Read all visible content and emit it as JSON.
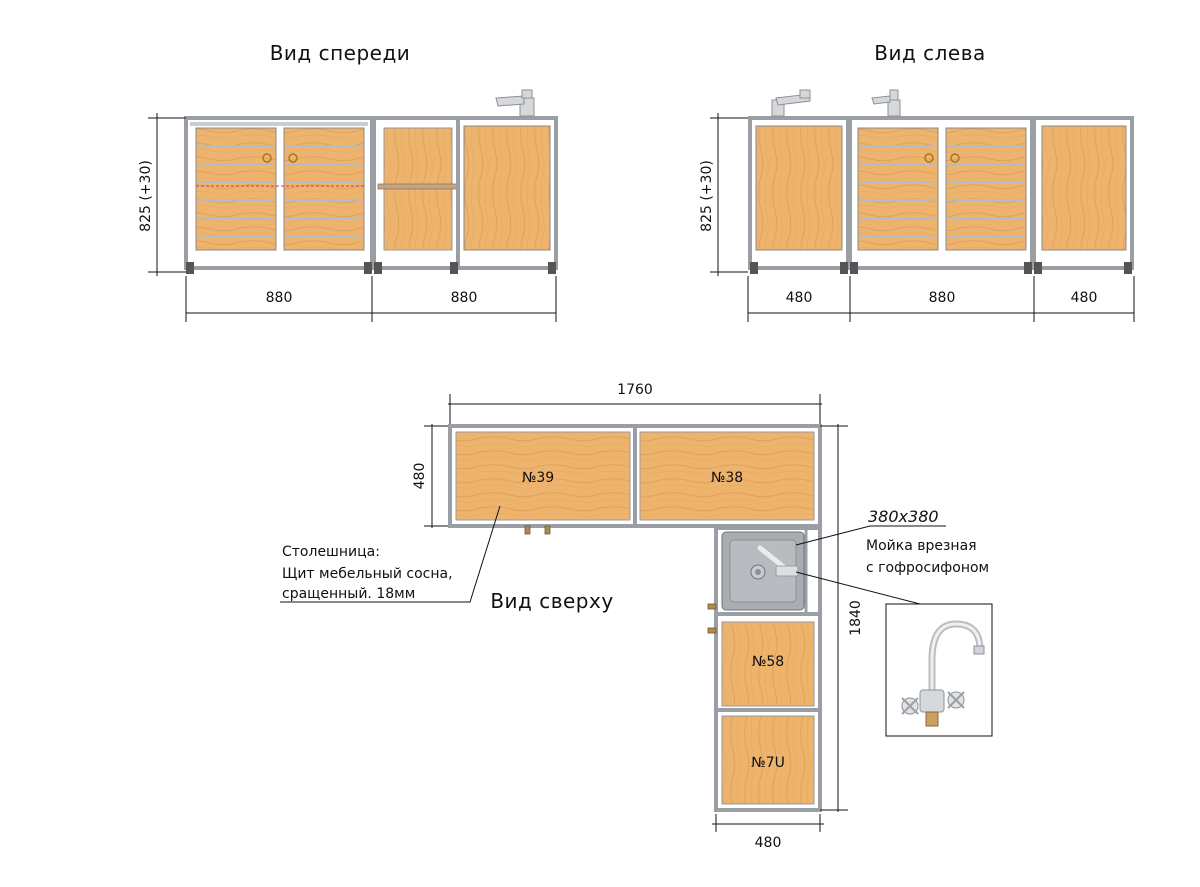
{
  "titles": {
    "front": "Вид спереди",
    "left": "Вид слева",
    "top": "Вид сверху"
  },
  "front": {
    "height": "825 (+30)",
    "widths": [
      "880",
      "880"
    ]
  },
  "left": {
    "height": "825 (+30)",
    "widths": [
      "480",
      "880",
      "480"
    ]
  },
  "top": {
    "overall_width": "1760",
    "depth_top": "480",
    "overall_height": "1840",
    "bottom_width": "480",
    "module_ids": [
      "№39",
      "№38",
      "№58",
      "№7U"
    ]
  },
  "notes": {
    "countertop": [
      "Столешница:",
      "Щит мебельный сосна,",
      "сращенный. 18мм"
    ],
    "sink_size": "380x380",
    "sink": [
      "Мойка врезная",
      "с гофросифоном"
    ]
  },
  "colors": {
    "frame": "#9a9fa6",
    "wood": "#ecb06a",
    "wood_grain": "#d99a52",
    "sink": "#a7abaf",
    "line": "#111111"
  },
  "icons": [
    "faucet-icon",
    "sink-drain-icon"
  ]
}
